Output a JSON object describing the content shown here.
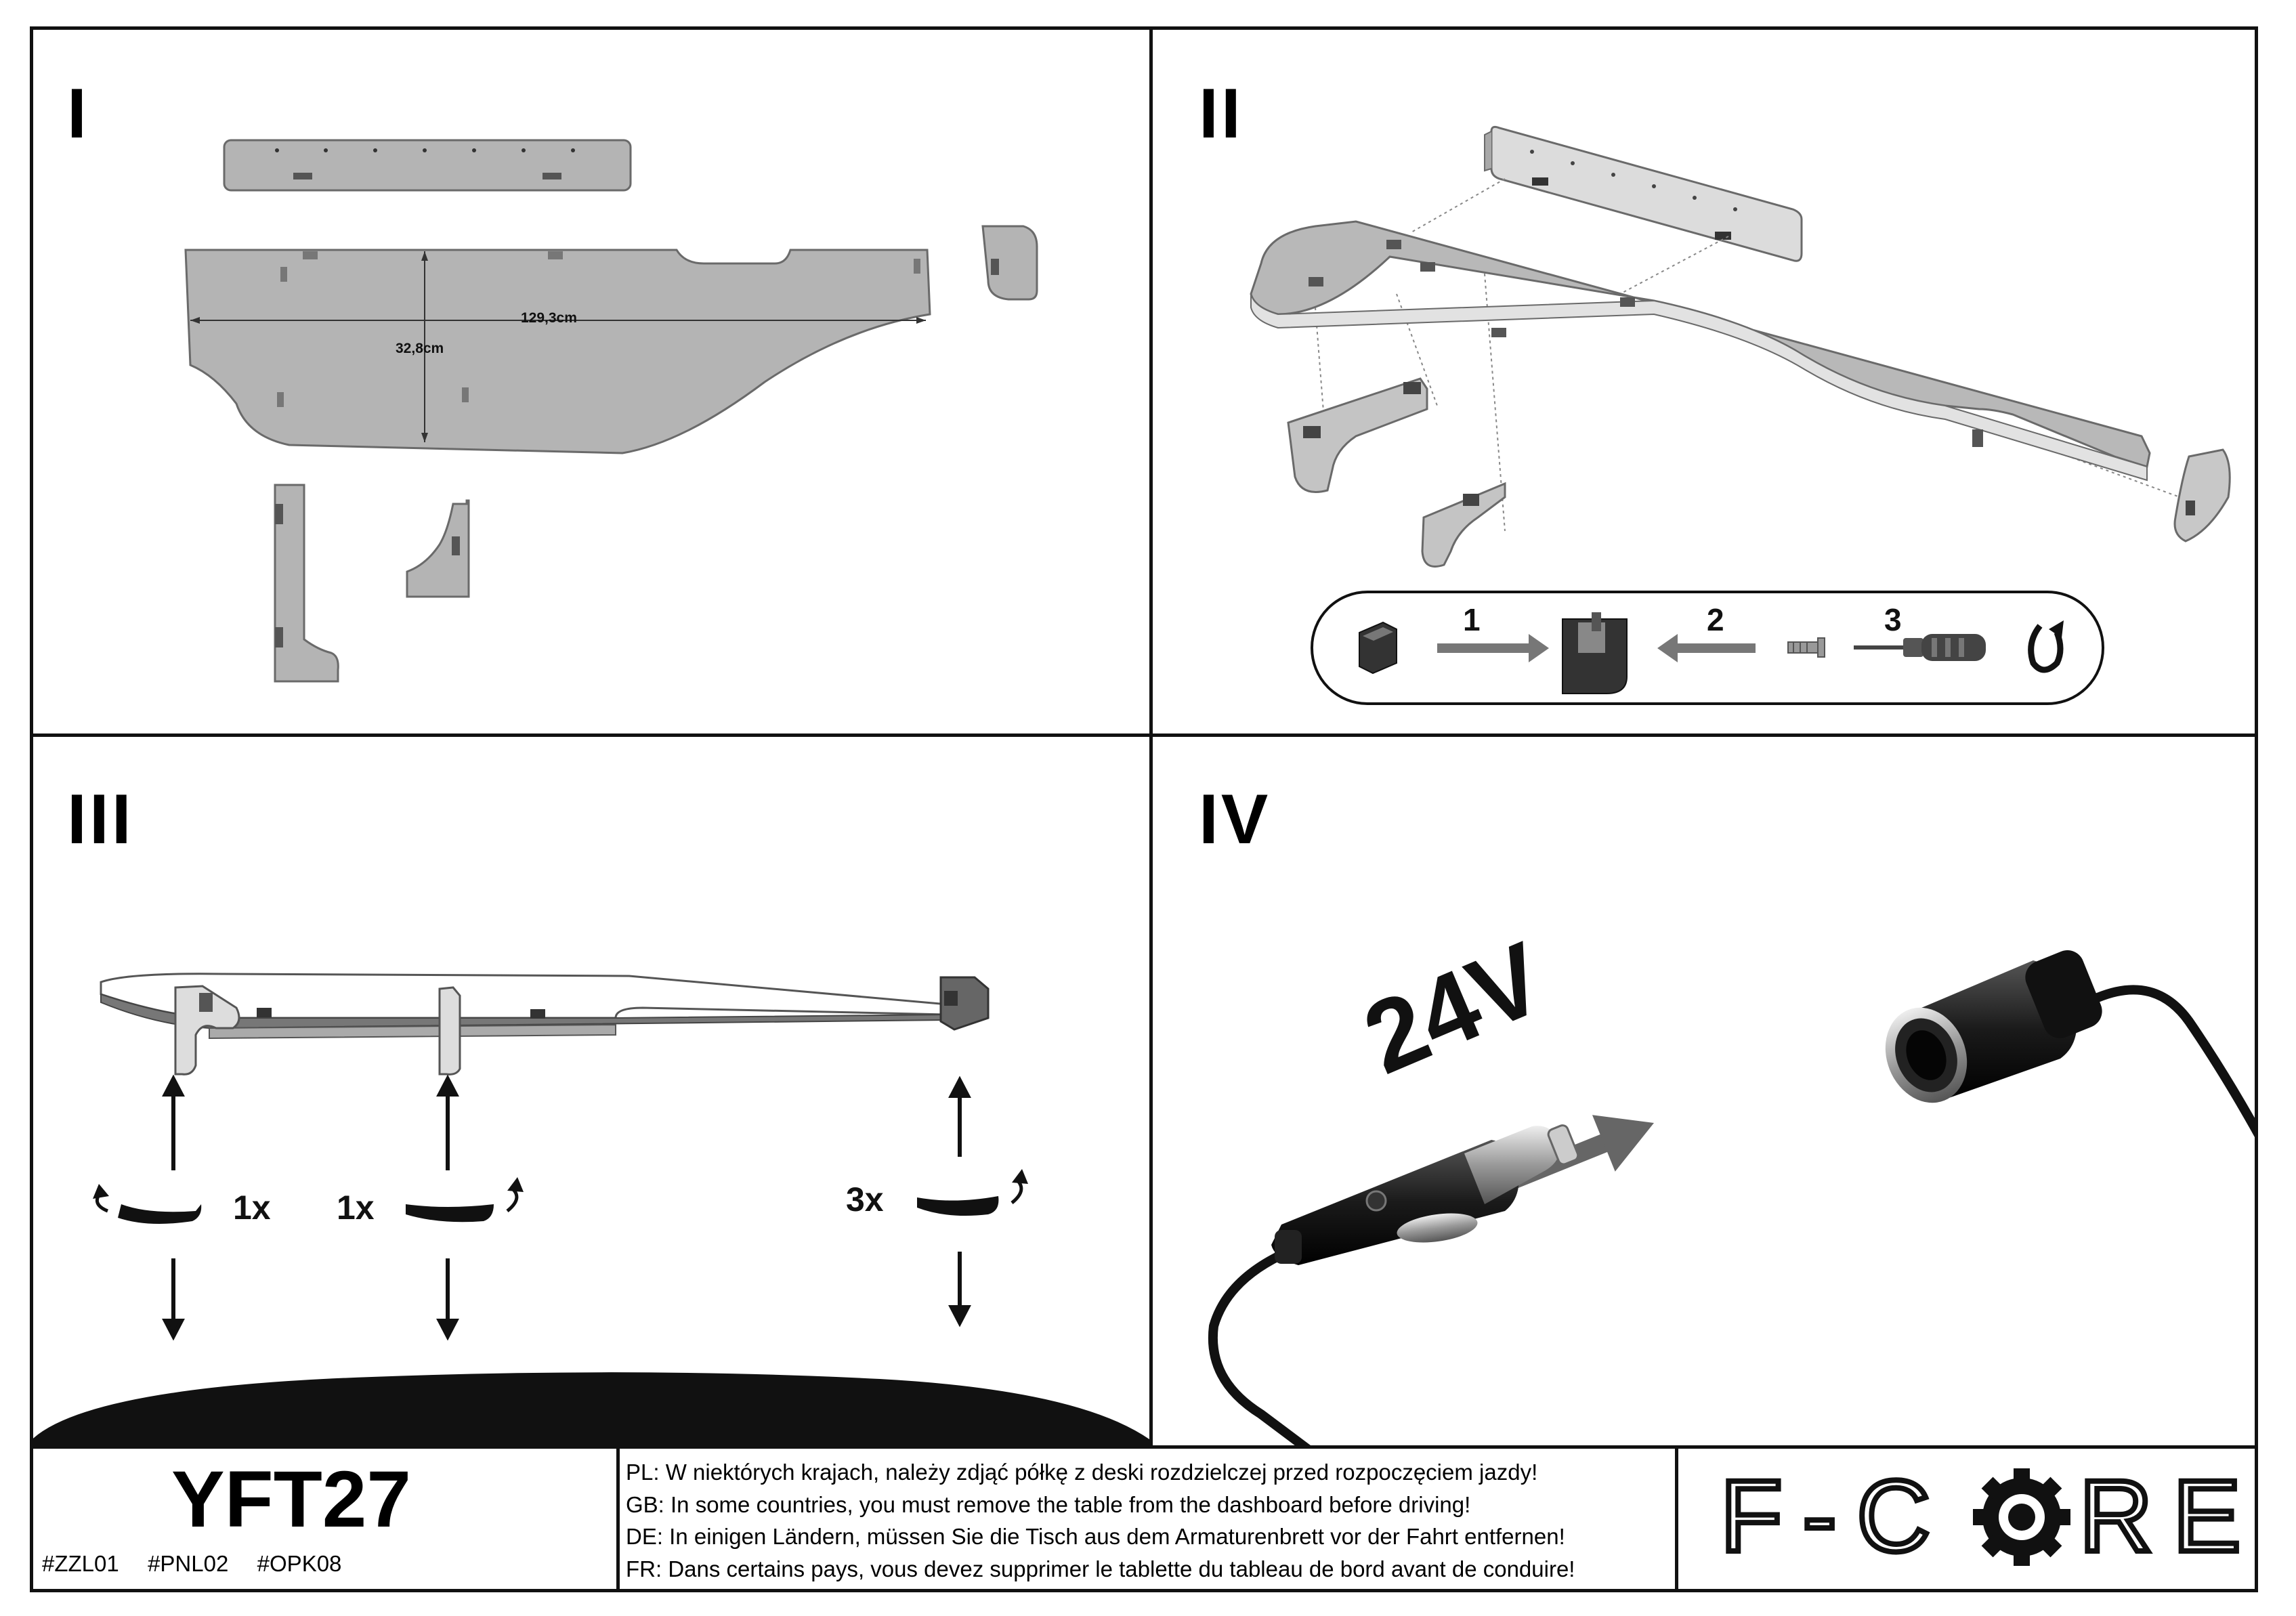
{
  "panels": {
    "p1": {
      "label": "I",
      "dim_length": "129,3cm",
      "dim_width": "32,8cm"
    },
    "p2": {
      "label": "II",
      "steps": [
        "1",
        "2",
        "3"
      ]
    },
    "p3": {
      "label": "III",
      "left_count": "1x",
      "middle_count": "1x",
      "right_count": "3x"
    },
    "p4": {
      "label": "IV",
      "voltage": "24V"
    }
  },
  "footer": {
    "model": "YFT27",
    "codes": "#ZZL01  #PNL02  #OPK08",
    "warnings": [
      "PL: W niektórych krajach, należy zdjąć półkę z deski rozdzielczej przed rozpoczęciem jazdy!",
      "GB: In some countries, you must remove the table from the dashboard before driving!",
      "DE: In einigen Ländern, müssen Sie die Tisch aus dem Armaturenbrett vor der Fahrt entfernen!",
      "FR: Dans certains pays, vous devez supprimer le tablette du tableau de bord avant de conduire!"
    ],
    "brand_left": "F-C",
    "brand_right": "RE"
  },
  "colors": {
    "part_fill": "#b4b4b4",
    "part_stroke": "#6a6a6a",
    "frame": "#111111"
  }
}
